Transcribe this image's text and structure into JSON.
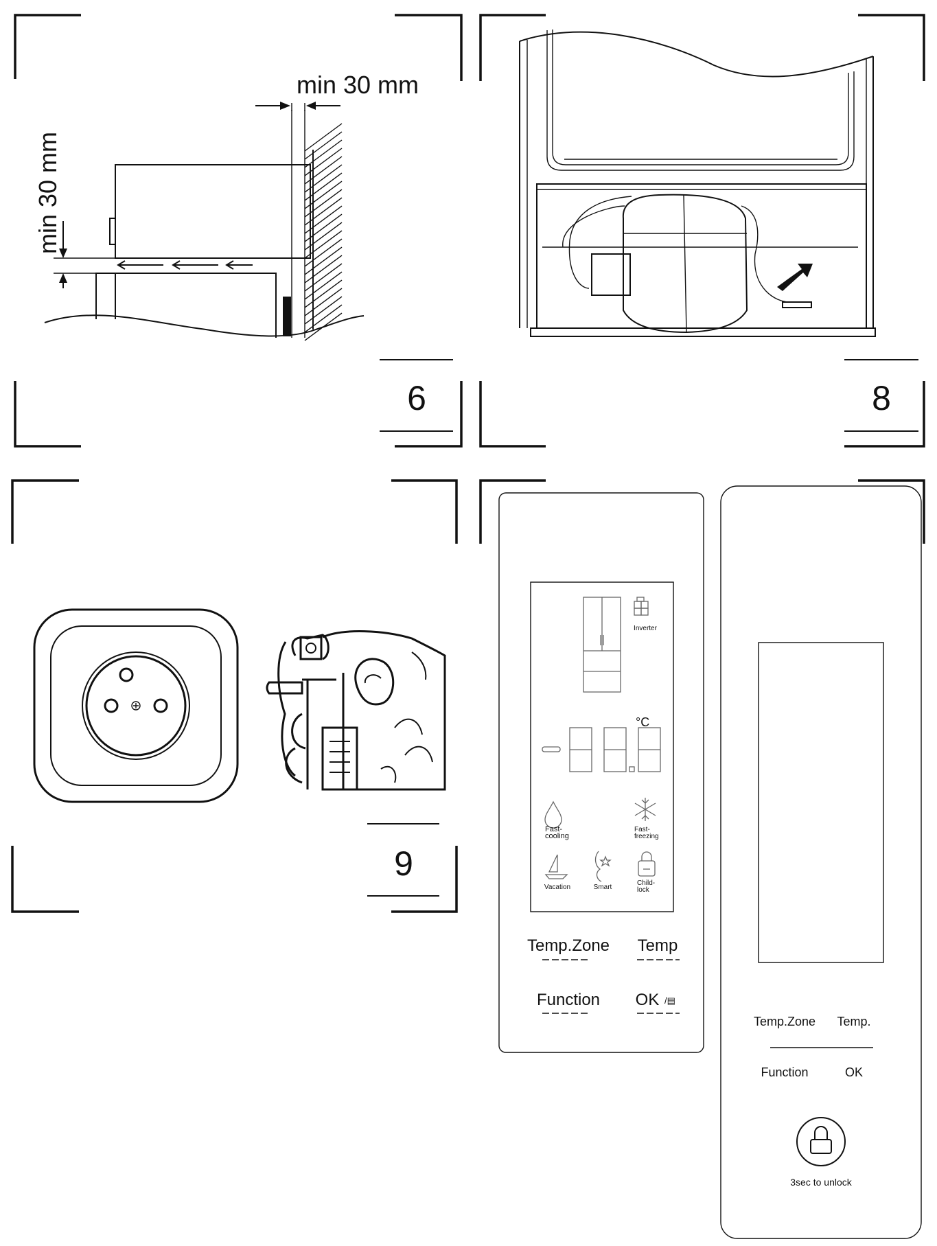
{
  "figures": [
    {
      "number": "6",
      "labels": {
        "top_clearance": "min 30 mm",
        "bottom_clearance": "min 30 mm"
      }
    },
    {
      "number": "8"
    },
    {
      "number": "9"
    }
  ],
  "panel_lcd": {
    "icons": {
      "inverter": "Inverter",
      "fast_cooling": "Fast-\ncooling",
      "fast_freezing": "Fast-\nfreezing",
      "vacation": "Vacation",
      "smart": "Smart",
      "child_lock": "Child-\nlock"
    },
    "unit": "°C",
    "buttons": {
      "temp_zone": "Temp.Zone",
      "temp": "Temp",
      "function": "Function",
      "ok": "OK"
    }
  },
  "panel_touch": {
    "buttons": {
      "temp_zone": "Temp.Zone",
      "temp": "Temp.",
      "function": "Function",
      "ok": "OK"
    },
    "unlock_hint": "3sec to unlock"
  },
  "icon_names": [
    "arrow-icon",
    "lock-icon",
    "snowflake-icon",
    "droplet-icon",
    "boat-icon",
    "star-icon",
    "fridge-icon"
  ]
}
